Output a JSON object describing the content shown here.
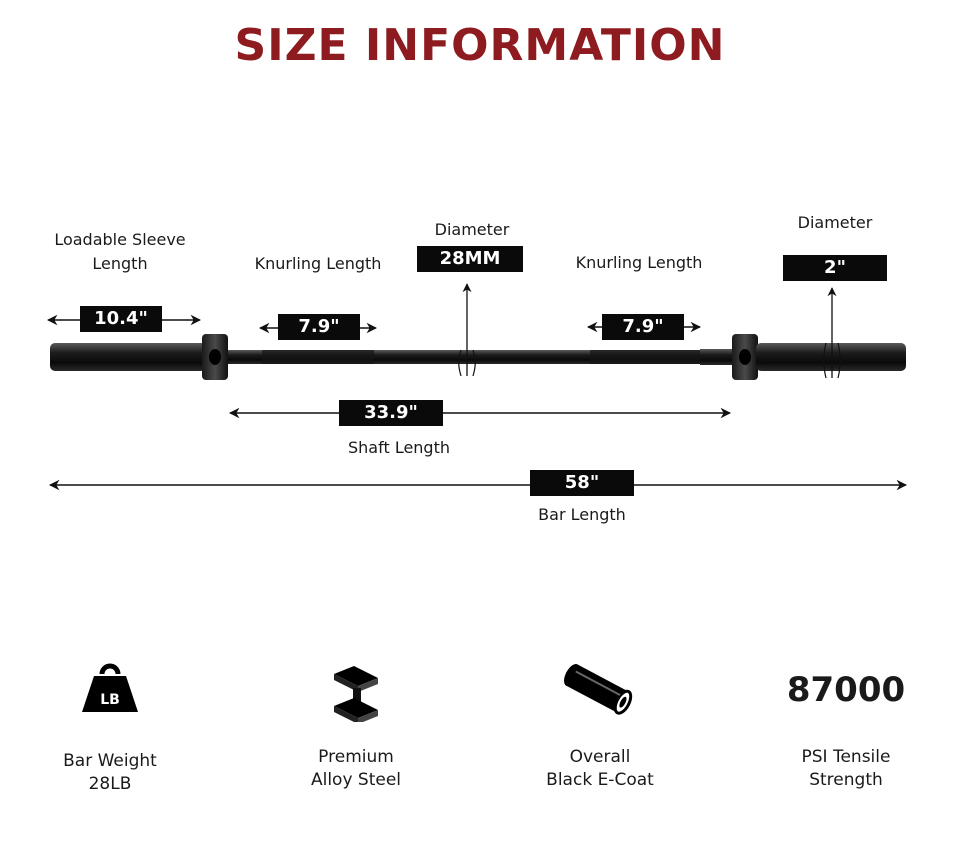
{
  "title": "SIZE INFORMATION",
  "dimensions": {
    "sleeve": {
      "label_line1": "Loadable Sleeve",
      "label_line2": "Length",
      "value": "10.4\""
    },
    "knurl_left": {
      "label": "Knurling Length",
      "value": "7.9\""
    },
    "shaft_diameter": {
      "label": "Diameter",
      "value": "28MM"
    },
    "knurl_right": {
      "label": "Knurling Length",
      "value": "7.9\""
    },
    "sleeve_diameter": {
      "label": "Diameter",
      "value": "2\""
    },
    "shaft_length": {
      "label": "Shaft Length",
      "value": "33.9\""
    },
    "bar_length": {
      "label": "Bar Length",
      "value": "58\""
    }
  },
  "features": [
    {
      "icon": "weight-lb-icon",
      "icon_text": "LB",
      "line1": "Bar Weight",
      "line2": "28LB"
    },
    {
      "icon": "steel-beam-icon",
      "line1": "Premium",
      "line2": "Alloy Steel"
    },
    {
      "icon": "cylinder-icon",
      "line1": "Overall",
      "line2": "Black E-Coat"
    },
    {
      "icon": "",
      "headline": "87000",
      "line1": "PSI Tensile",
      "line2": "Strength"
    }
  ]
}
